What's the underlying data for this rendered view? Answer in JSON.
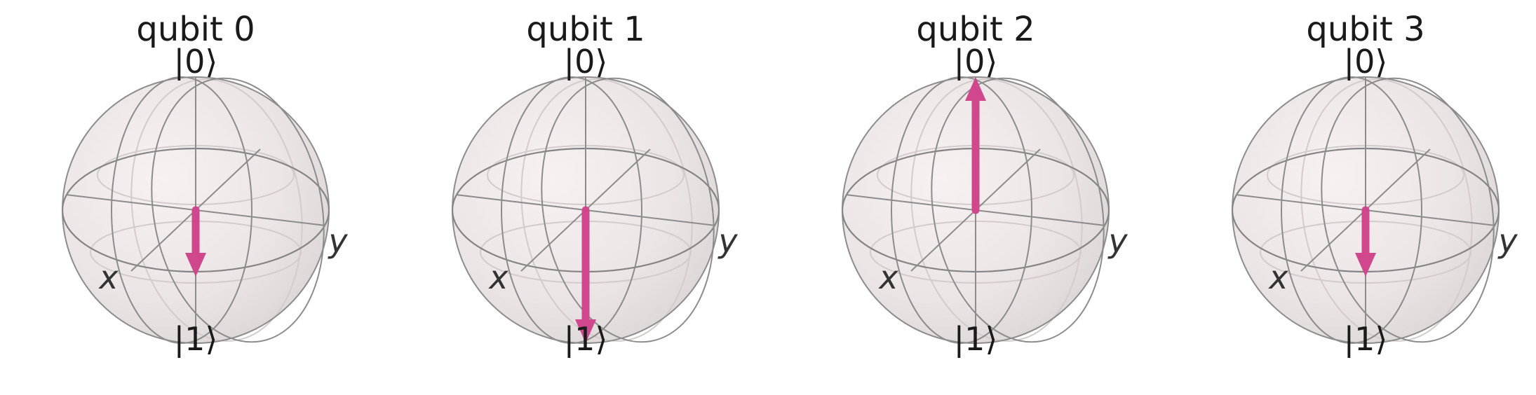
{
  "figure": {
    "accent_color": "#d1478d",
    "sphere_color": "#ede6e6",
    "qubits": [
      {
        "title": "qubit 0",
        "ket_top": "|0⟩",
        "ket_bottom": "|1⟩",
        "x_label": "x",
        "y_label": "y",
        "state_z": -0.5
      },
      {
        "title": "qubit 1",
        "ket_top": "|0⟩",
        "ket_bottom": "|1⟩",
        "x_label": "x",
        "y_label": "y",
        "state_z": -1.0
      },
      {
        "title": "qubit 2",
        "ket_top": "|0⟩",
        "ket_bottom": "|1⟩",
        "x_label": "x",
        "y_label": "y",
        "state_z": 1.0
      },
      {
        "title": "qubit 3",
        "ket_top": "|0⟩",
        "ket_bottom": "|1⟩",
        "x_label": "x",
        "y_label": "y",
        "state_z": -0.5
      }
    ]
  }
}
